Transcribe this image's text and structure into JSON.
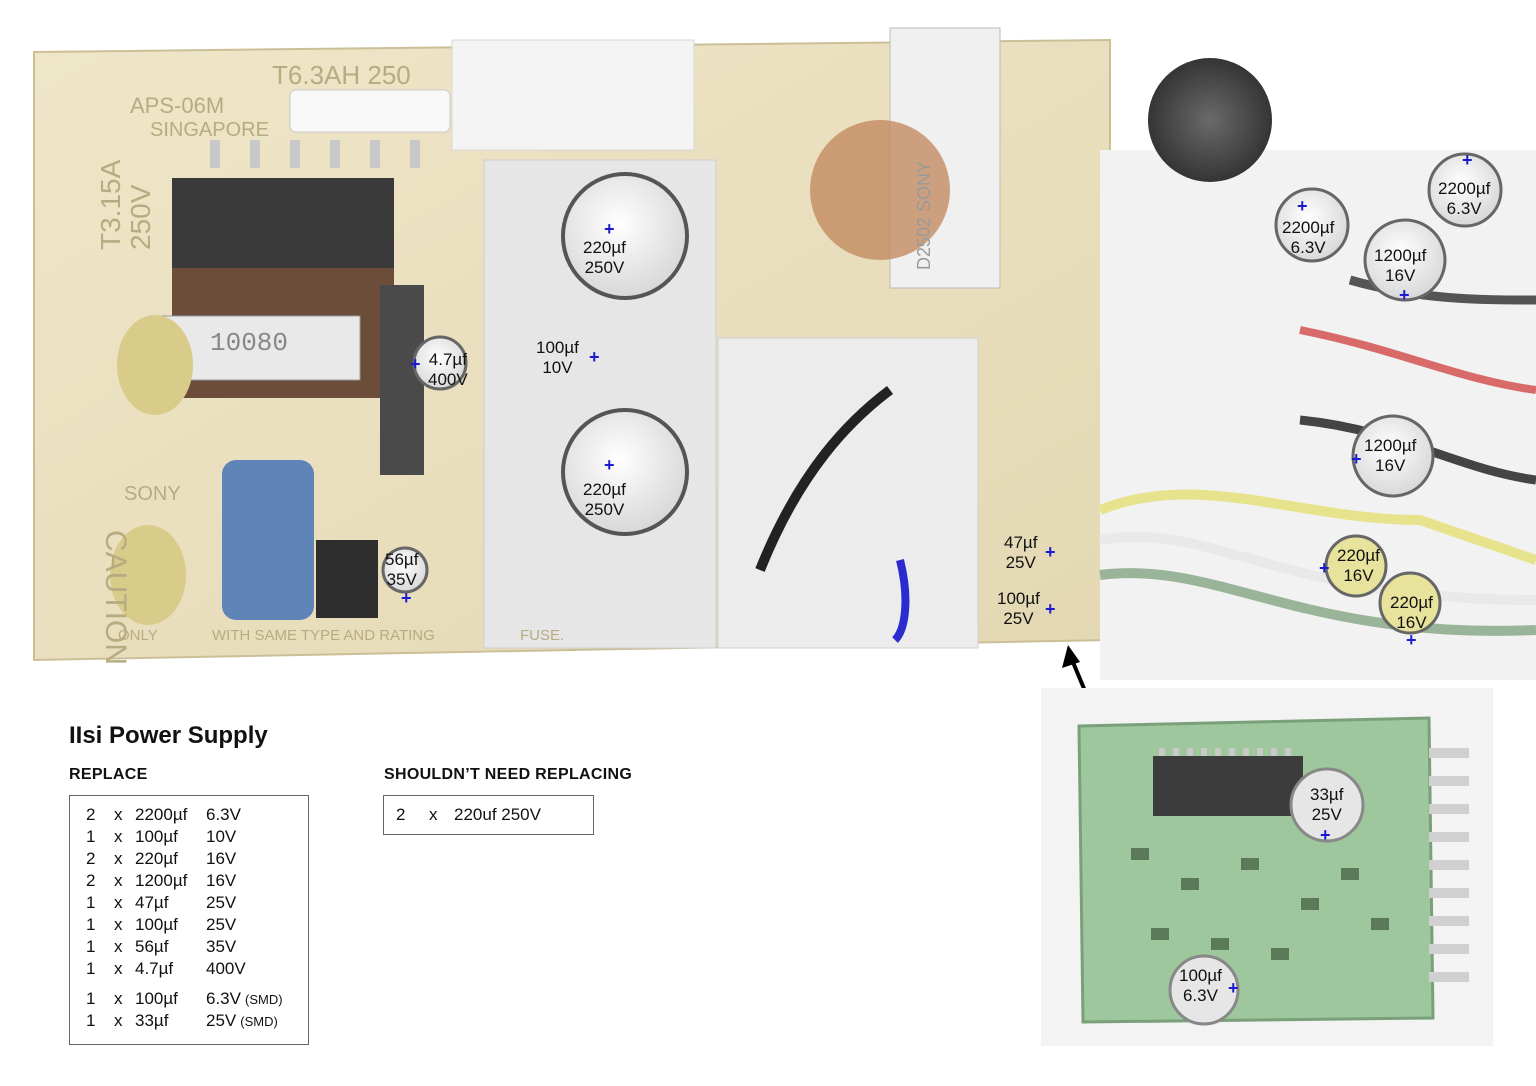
{
  "legend": {
    "title": "IIsi Power Supply",
    "replace_heading": "REPLACE",
    "keep_heading": "SHOULDN’T NEED REPLACING",
    "replace_items": [
      {
        "qty": "2",
        "x": "x",
        "value": "2200µf",
        "voltage": "6.3V",
        "note": ""
      },
      {
        "qty": "1",
        "x": "x",
        "value": "100µf",
        "voltage": "10V",
        "note": ""
      },
      {
        "qty": "2",
        "x": "x",
        "value": "220µf",
        "voltage": "16V",
        "note": ""
      },
      {
        "qty": "2",
        "x": "x",
        "value": "1200µf",
        "voltage": "16V",
        "note": ""
      },
      {
        "qty": "1",
        "x": "x",
        "value": "47µf",
        "voltage": "25V",
        "note": ""
      },
      {
        "qty": "1",
        "x": "x",
        "value": "100µf",
        "voltage": "25V",
        "note": ""
      },
      {
        "qty": "1",
        "x": "x",
        "value": "56µf",
        "voltage": "35V",
        "note": ""
      },
      {
        "qty": "1",
        "x": "x",
        "value": "4.7µf",
        "voltage": "400V",
        "note": ""
      },
      {
        "qty": "1",
        "x": "x",
        "value": "100µf",
        "voltage": "6.3V",
        "note": "(SMD)"
      },
      {
        "qty": "1",
        "x": "x",
        "value": "33µf",
        "voltage": "25V",
        "note": "(SMD)"
      }
    ],
    "keep_items": [
      {
        "qty": "2",
        "x": "x",
        "value": "220uf 250V"
      }
    ]
  },
  "board_labels": {
    "c_2200_a": {
      "value": "2200µf",
      "voltage": "6.3V"
    },
    "c_2200_b": {
      "value": "2200µf",
      "voltage": "6.3V"
    },
    "c_1200_a": {
      "value": "1200µf",
      "voltage": "16V"
    },
    "c_1200_b": {
      "value": "1200µf",
      "voltage": "16V"
    },
    "c_220_hv_a": {
      "value": "220µf",
      "voltage": "250V"
    },
    "c_220_hv_b": {
      "value": "220µf",
      "voltage": "250V"
    },
    "c_100_10v": {
      "value": "100µf",
      "voltage": "10V"
    },
    "c_4_7": {
      "value": "4.7µf",
      "voltage": "400V"
    },
    "c_56": {
      "value": "56µf",
      "voltage": "35V"
    },
    "c_47": {
      "value": "47µf",
      "voltage": "25V"
    },
    "c_100_25v": {
      "value": "100µf",
      "voltage": "25V"
    },
    "c_220_16v_a": {
      "value": "220µf",
      "voltage": "16V"
    },
    "c_220_16v_b": {
      "value": "220µf",
      "voltage": "16V"
    },
    "c_33": {
      "value": "33µf",
      "voltage": "25V"
    },
    "c_100_smd": {
      "value": "100µf",
      "voltage": "6.3V"
    }
  },
  "silkscreen": {
    "fuse_rating": "T6.3AH 250",
    "model": "APS-06M",
    "origin": "SINGAPORE",
    "fuse2": "T3.15A",
    "fuse2_v": "250V",
    "caution": "CAUTION",
    "brand": "SONY",
    "choke": "10080",
    "transformer": "D2502 SONY",
    "only": "ONLY",
    "rating_note": "WITH SAME TYPE AND RATING",
    "fuse_word": "FUSE."
  }
}
